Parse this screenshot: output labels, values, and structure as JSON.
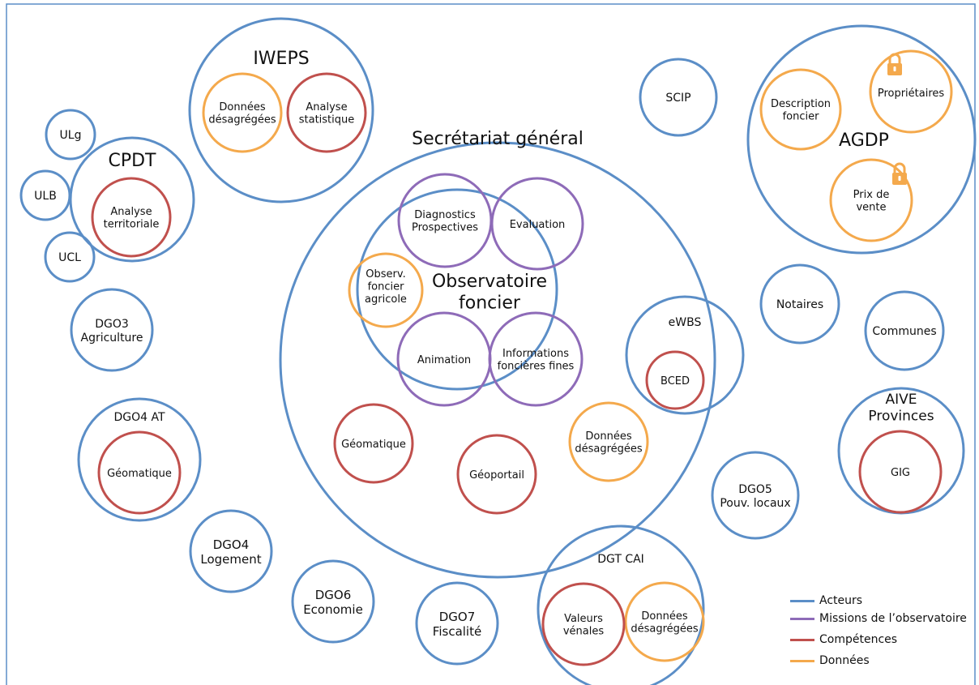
{
  "colors": {
    "acteurs": "#5b8ec7",
    "missions": "#8e6bb8",
    "competences": "#c0504d",
    "donnees": "#f4a94c"
  },
  "nodes": {
    "iweps": {
      "label": [
        "IWEPS"
      ]
    },
    "donnees_desag_iweps": {
      "label": [
        "Données",
        "désagrégées"
      ]
    },
    "analyse_stat": {
      "label": [
        "Analyse",
        "statistique"
      ]
    },
    "scip": {
      "label": [
        "SCIP"
      ]
    },
    "agdp": {
      "label": [
        "AGDP"
      ]
    },
    "description_foncier": {
      "label": [
        "Description",
        "foncier"
      ]
    },
    "proprietaires": {
      "label": [
        "Propriétaires"
      ]
    },
    "prix_vente": {
      "label": [
        "Prix de",
        "vente"
      ]
    },
    "ulg": {
      "label": [
        "ULg"
      ]
    },
    "cpdt": {
      "label": [
        "CPDT"
      ]
    },
    "analyse_terr": {
      "label": [
        "Analyse",
        "territoriale"
      ]
    },
    "ulb": {
      "label": [
        "ULB"
      ]
    },
    "ucl": {
      "label": [
        "UCL"
      ]
    },
    "sg": {
      "label": [
        "Secrétariat général"
      ]
    },
    "obs": {
      "label": [
        "Observatoire",
        "foncier"
      ]
    },
    "diagnostics": {
      "label": [
        "Diagnostics",
        "Prospectives"
      ]
    },
    "evaluation": {
      "label": [
        "Evaluation"
      ]
    },
    "observ_agricole": {
      "label": [
        "Observ.",
        "foncier",
        "agricole"
      ]
    },
    "animation": {
      "label": [
        "Animation"
      ]
    },
    "infos_fines": {
      "label": [
        "Informations",
        "foncières fines"
      ]
    },
    "geomatique_sg": {
      "label": [
        "Géomatique"
      ]
    },
    "geoportail": {
      "label": [
        "Géoportail"
      ]
    },
    "donnees_desag_sg": {
      "label": [
        "Données",
        "désagrégées"
      ]
    },
    "ewbs": {
      "label": [
        "eWBS"
      ]
    },
    "bced": {
      "label": [
        "BCED"
      ]
    },
    "notaires": {
      "label": [
        "Notaires"
      ]
    },
    "communes": {
      "label": [
        "Communes"
      ]
    },
    "dgo3": {
      "label": [
        "DGO3",
        "Agriculture"
      ]
    },
    "dgo4at": {
      "label": [
        "DGO4 AT"
      ]
    },
    "geomatique_dgo4": {
      "label": [
        "Géomatique"
      ]
    },
    "aive": {
      "label": [
        "AIVE",
        "Provinces"
      ]
    },
    "gig": {
      "label": [
        "GIG"
      ]
    },
    "dgo5": {
      "label": [
        "DGO5",
        "Pouv. locaux"
      ]
    },
    "dgo4log": {
      "label": [
        "DGO4",
        "Logement"
      ]
    },
    "dgo6": {
      "label": [
        "DGO6",
        "Economie"
      ]
    },
    "dgo7": {
      "label": [
        "DGO7",
        "Fiscalité"
      ]
    },
    "dgtcai": {
      "label": [
        "DGT CAI"
      ]
    },
    "valeurs_venales": {
      "label": [
        "Valeurs",
        "vénales"
      ]
    },
    "donnees_desag_dgt": {
      "label": [
        "Données",
        "désagrégées"
      ]
    }
  },
  "legend": {
    "acteurs": "Acteurs",
    "missions": "Missions de l’observatoire",
    "competences": "Compétences",
    "donnees": "Données"
  }
}
